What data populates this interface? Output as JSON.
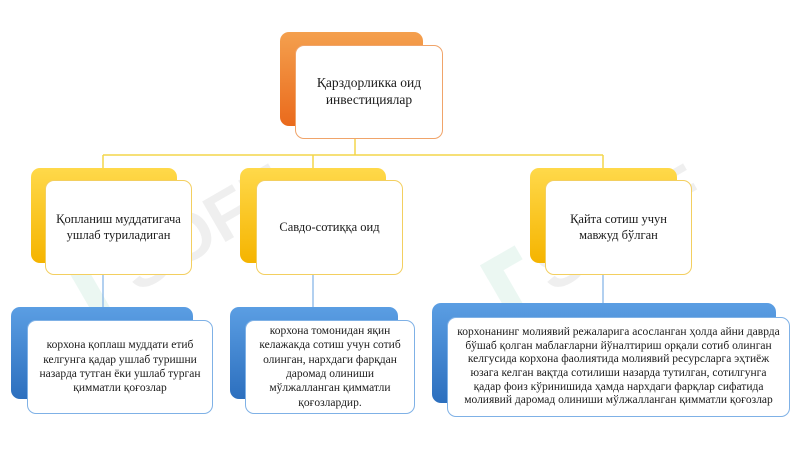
{
  "root": {
    "text": "Қарздорликка оид инвестициялар"
  },
  "categories": [
    {
      "text": "Қопланиш муддатигача ушлаб туриладиган"
    },
    {
      "text": "Савдо-сотиққа оид"
    },
    {
      "text": "Қайта сотиш учун мавжуд бўлган"
    }
  ],
  "descriptions": [
    {
      "text": "корхона қоплаш муддати етиб келгунга қадар ушлаб туришни назарда тутган ёки ушлаб турган қимматли қоғозлар"
    },
    {
      "text": "корхона томонидан яқин келажакда сотиш учун сотиб олинган, нархдаги фарқдан даромад олиниши мўлжалланган қимматли қоғозлардир."
    },
    {
      "text": "корхонанинг молиявий режаларига асосланган ҳолда айни даврда бўшаб қолган маблағларни йўналтириш орқали сотиб олинган келгусида корхона фаолиятида молиявий ресурсларга эҳтиёж юзага келган вақтда сотилиши назарда тутилган, сотилгунга қадар фоиз кўринишида ҳамда нархдаги фарқлар сифатида молиявий даромад олиниши мўлжалланган қимматли қоғозлар"
    }
  ],
  "watermark": {
    "text": "SOFF"
  },
  "colors": {
    "root_accent": "#ea6a1c",
    "category_accent": "#f5b400",
    "description_accent": "#2c6fbe",
    "connector": "#f3d64a"
  }
}
